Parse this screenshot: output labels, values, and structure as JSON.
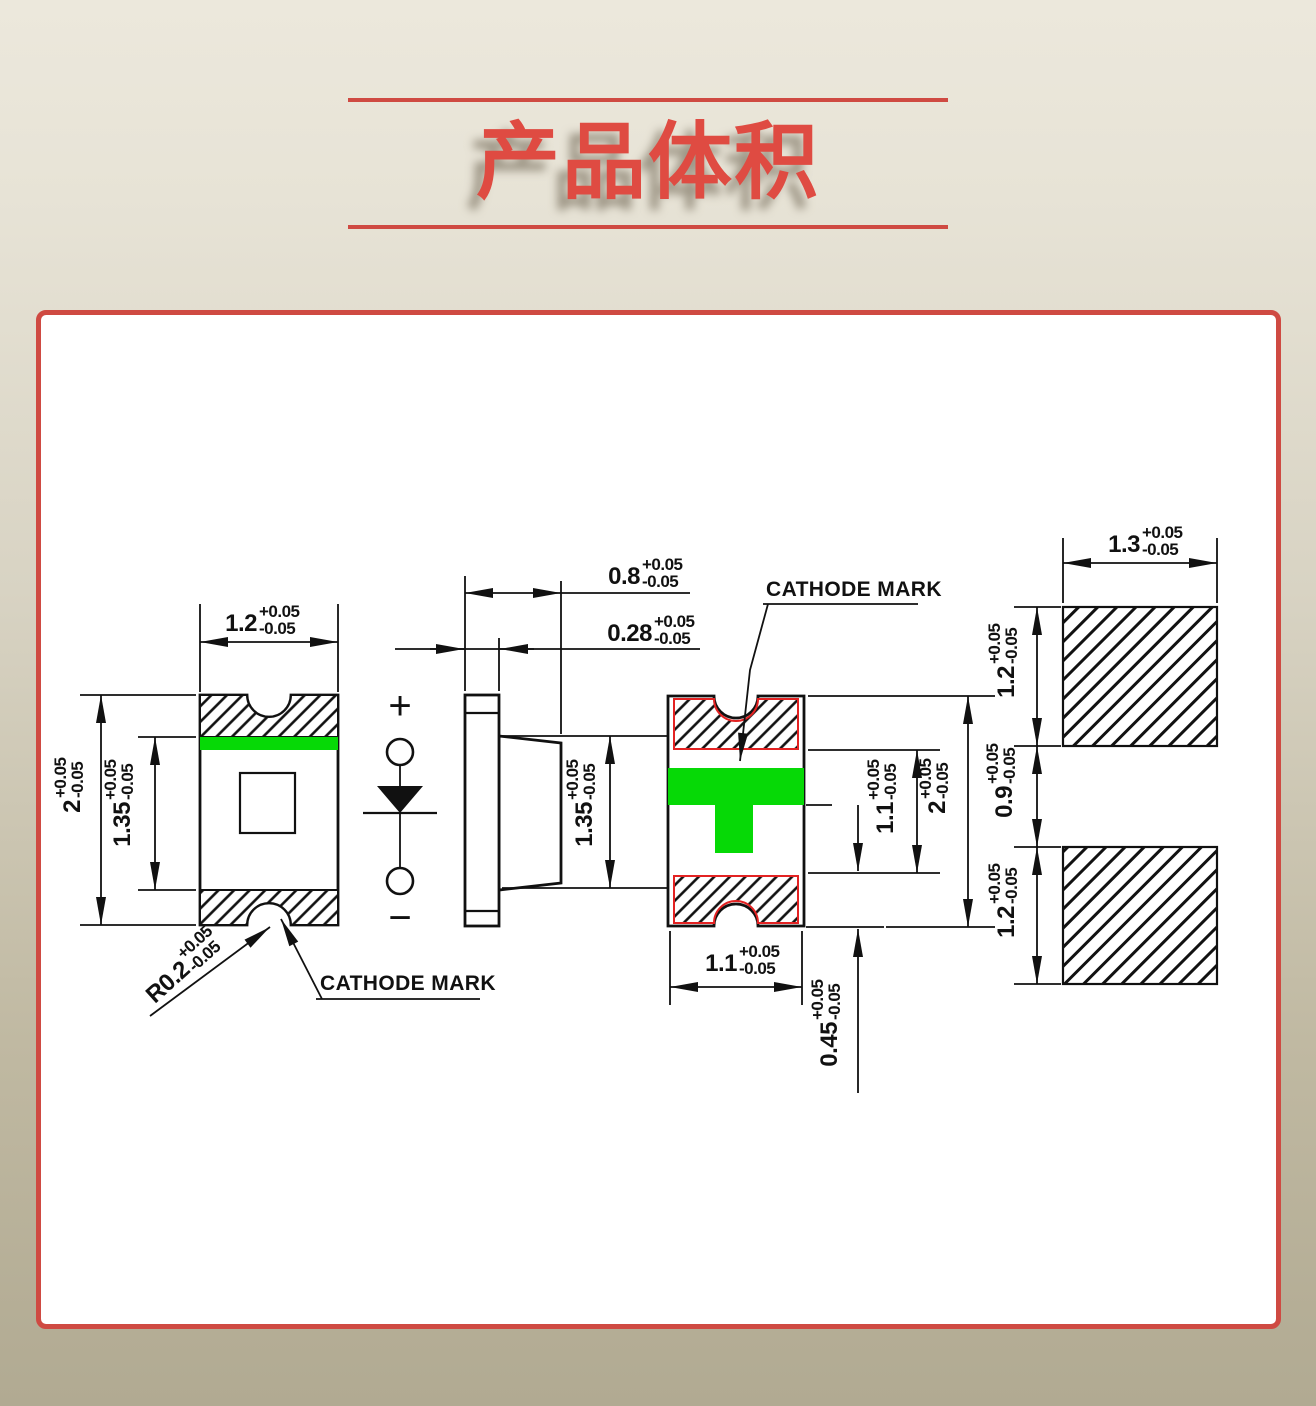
{
  "title": {
    "text": "产品体积",
    "text_color": "#df4b42",
    "line_color": "#cf4a42"
  },
  "drawing": {
    "border_color": "#cf4a42",
    "cathode_green": "#06d906",
    "electrode_outline_red": "#e32222",
    "line_color": "#111111",
    "cathode_mark_left": "CATHODE MARK",
    "cathode_mark_right": "CATHODE MARK",
    "diode": {
      "plus": "+",
      "minus": "−"
    },
    "dims": {
      "front_width": {
        "value": "1.2",
        "tol_plus": "+0.05",
        "tol_minus": "-0.05"
      },
      "front_height": {
        "value": "2",
        "tol_plus": "+0.05",
        "tol_minus": "-0.05"
      },
      "front_inner_height": {
        "value": "1.35",
        "tol_plus": "+0.05",
        "tol_minus": "-0.05"
      },
      "notch_radius": {
        "value": "R0.2",
        "tol_plus": "+0.05",
        "tol_minus": "-0.05"
      },
      "side_depth": {
        "value": "0.8",
        "tol_plus": "+0.05",
        "tol_minus": "-0.05"
      },
      "side_thickness": {
        "value": "0.28",
        "tol_plus": "+0.05",
        "tol_minus": "-0.05"
      },
      "side_inner_height": {
        "value": "1.35",
        "tol_plus": "+0.05",
        "tol_minus": "-0.05"
      },
      "back_width": {
        "value": "1.1",
        "tol_plus": "+0.05",
        "tol_minus": "-0.05"
      },
      "back_inner_height": {
        "value": "1.1",
        "tol_plus": "+0.05",
        "tol_minus": "-0.05"
      },
      "back_height": {
        "value": "2",
        "tol_plus": "+0.05",
        "tol_minus": "-0.05"
      },
      "back_electrode": {
        "value": "0.45",
        "tol_plus": "+0.05",
        "tol_minus": "-0.05"
      },
      "pad_width": {
        "value": "1.3",
        "tol_plus": "+0.05",
        "tol_minus": "-0.05"
      },
      "pad_top_height": {
        "value": "1.2",
        "tol_plus": "+0.05",
        "tol_minus": "-0.05"
      },
      "pad_gap": {
        "value": "0.9",
        "tol_plus": "+0.05",
        "tol_minus": "-0.05"
      },
      "pad_bottom_height": {
        "value": "1.2",
        "tol_plus": "+0.05",
        "tol_minus": "-0.05"
      }
    }
  }
}
